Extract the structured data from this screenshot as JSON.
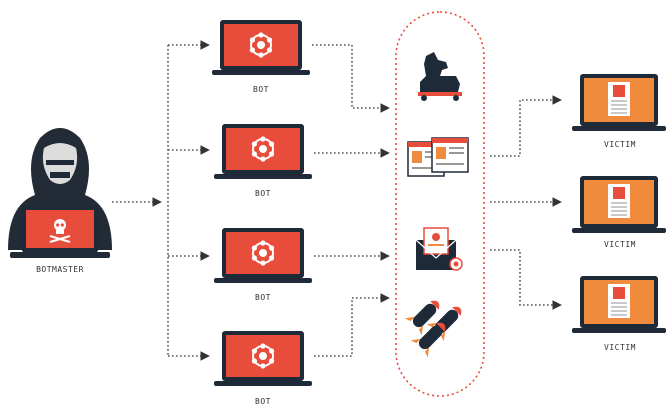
{
  "labels": {
    "botmaster": "BOTMASTER",
    "bot": "BOT",
    "victim": "VICTIM"
  },
  "icons": {
    "botmaster": "hacker-icon",
    "bot": "bot-network-icon",
    "trojan": "trojan-horse-icon",
    "webpage": "malicious-web-page-icon",
    "email": "phishing-email-icon",
    "attack": "missiles-icon",
    "victim": "victim-user-icon"
  },
  "colors": {
    "bot_screen": "#e84d3c",
    "victim_screen": "#f08a3c",
    "dark": "#1f2a38",
    "hood": "#222b36",
    "arrow": "#555555",
    "capsule_border": "#e84d3c"
  }
}
